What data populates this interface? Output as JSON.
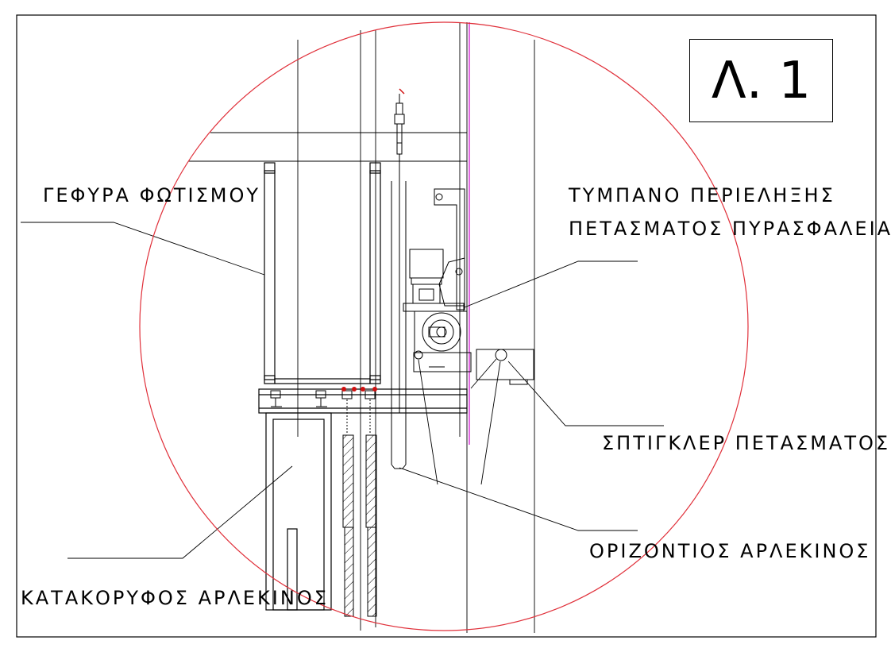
{
  "sheet_id": "Λ. 1",
  "labels": {
    "lighting_bridge": "ΓΕΦΥΡΑ ΦΩΤΙΣΜΟΥ",
    "drum_line1": "ΤΥΜΠΑΝΟ ΠΕΡΙΕΛΗΞΗΣ",
    "drum_line2": "ΠΕΤΑΣΜΑΤΟΣ ΠΥΡΑΣΦΑΛΕΙΑΣ",
    "sprinkler": "ΣΠΤΙΓΚΛΕΡ ΠΕΤΑΣΜΑΤΟΣ",
    "horizontal_harlequin": "ΟΡΙΖΟΝΤΙΟΣ ΑΡΛΕΚΙΝΟΣ",
    "vertical_harlequin": "ΚΑΤΑΚΟΡΥΦΟΣ ΑΡΛΕΚΙΝΟΣ"
  },
  "colors": {
    "line": "#000000",
    "detail_circle": "#e0303a",
    "curtain_line": "#d21ad2",
    "sprinkler_head": "#d01010"
  }
}
